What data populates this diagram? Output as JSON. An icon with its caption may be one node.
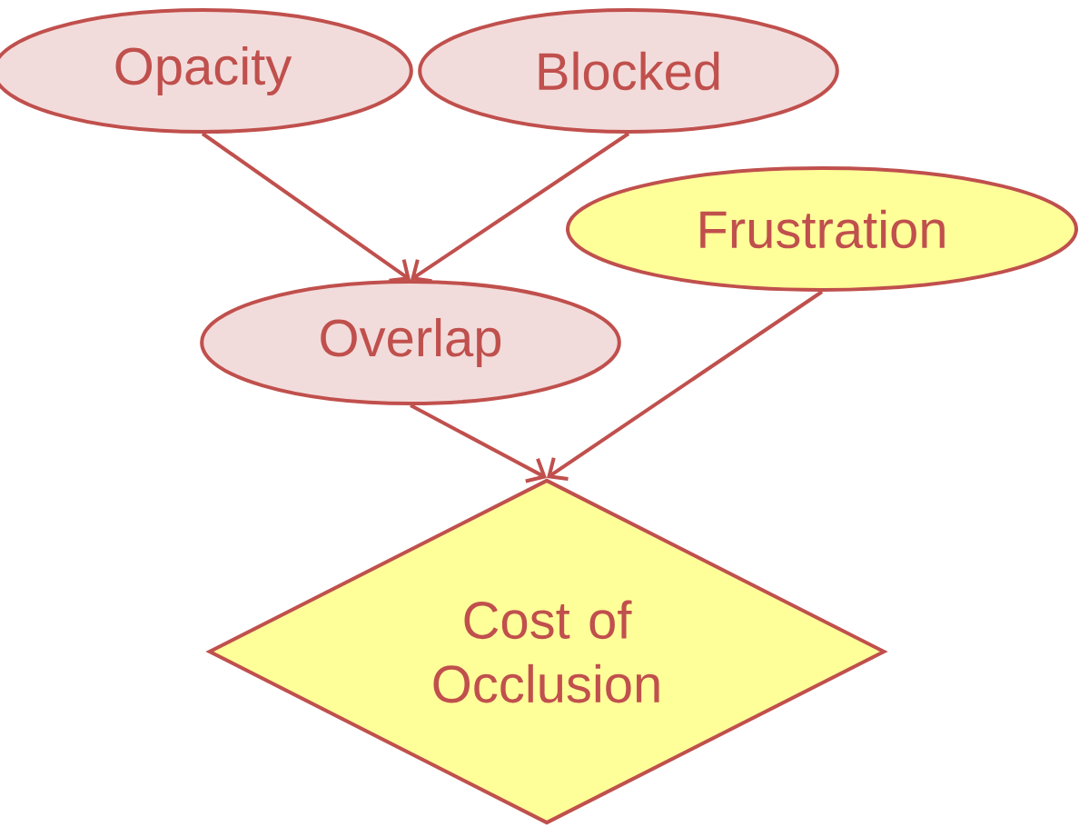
{
  "diagram": {
    "nodes": [
      {
        "text": [
          "Opacity"
        ]
      },
      {
        "text": [
          "Blocked"
        ]
      },
      {
        "text": [
          "Frustration"
        ]
      },
      {
        "text": [
          "Overlap"
        ]
      },
      {
        "text": [
          "Cost of Occlusion"
        ]
      }
    ],
    "edges": [
      {
        "from": 0,
        "to": 3,
        "arrow": "to"
      },
      {
        "from": 1,
        "to": 3,
        "arrow": "to"
      },
      {
        "from": 3,
        "to": 4,
        "arrow": "to"
      },
      {
        "from": 2,
        "to": 4,
        "arrow": "to"
      }
    ]
  }
}
